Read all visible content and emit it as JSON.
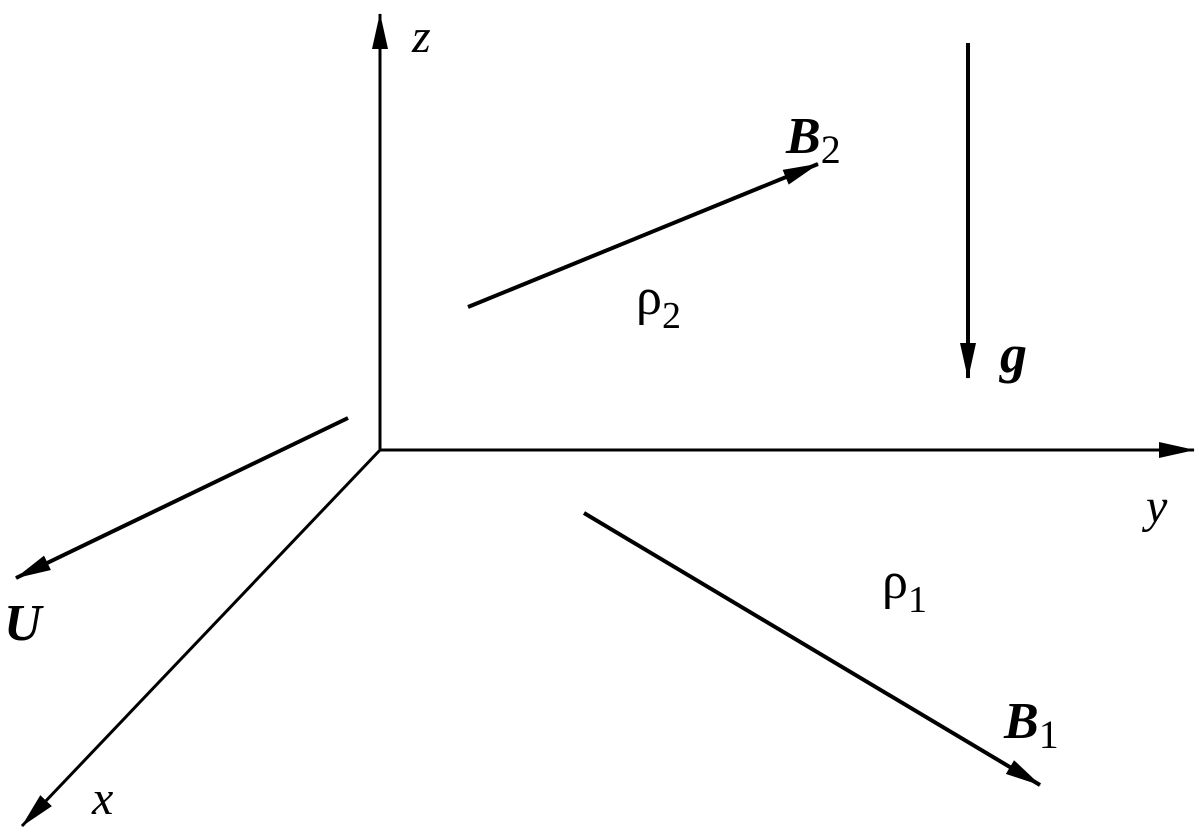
{
  "axes": {
    "x_label": "x",
    "y_label": "y",
    "z_label": "z"
  },
  "vectors": {
    "U": {
      "symbol": "U"
    },
    "B1": {
      "symbol": "B",
      "subscript": "1"
    },
    "B2": {
      "symbol": "B",
      "subscript": "2"
    },
    "g": {
      "symbol": "g"
    }
  },
  "regions": {
    "rho1": {
      "symbol": "ρ",
      "subscript": "1"
    },
    "rho2": {
      "symbol": "ρ",
      "subscript": "2"
    }
  },
  "colors": {
    "stroke": "#000000",
    "background": "#ffffff"
  }
}
